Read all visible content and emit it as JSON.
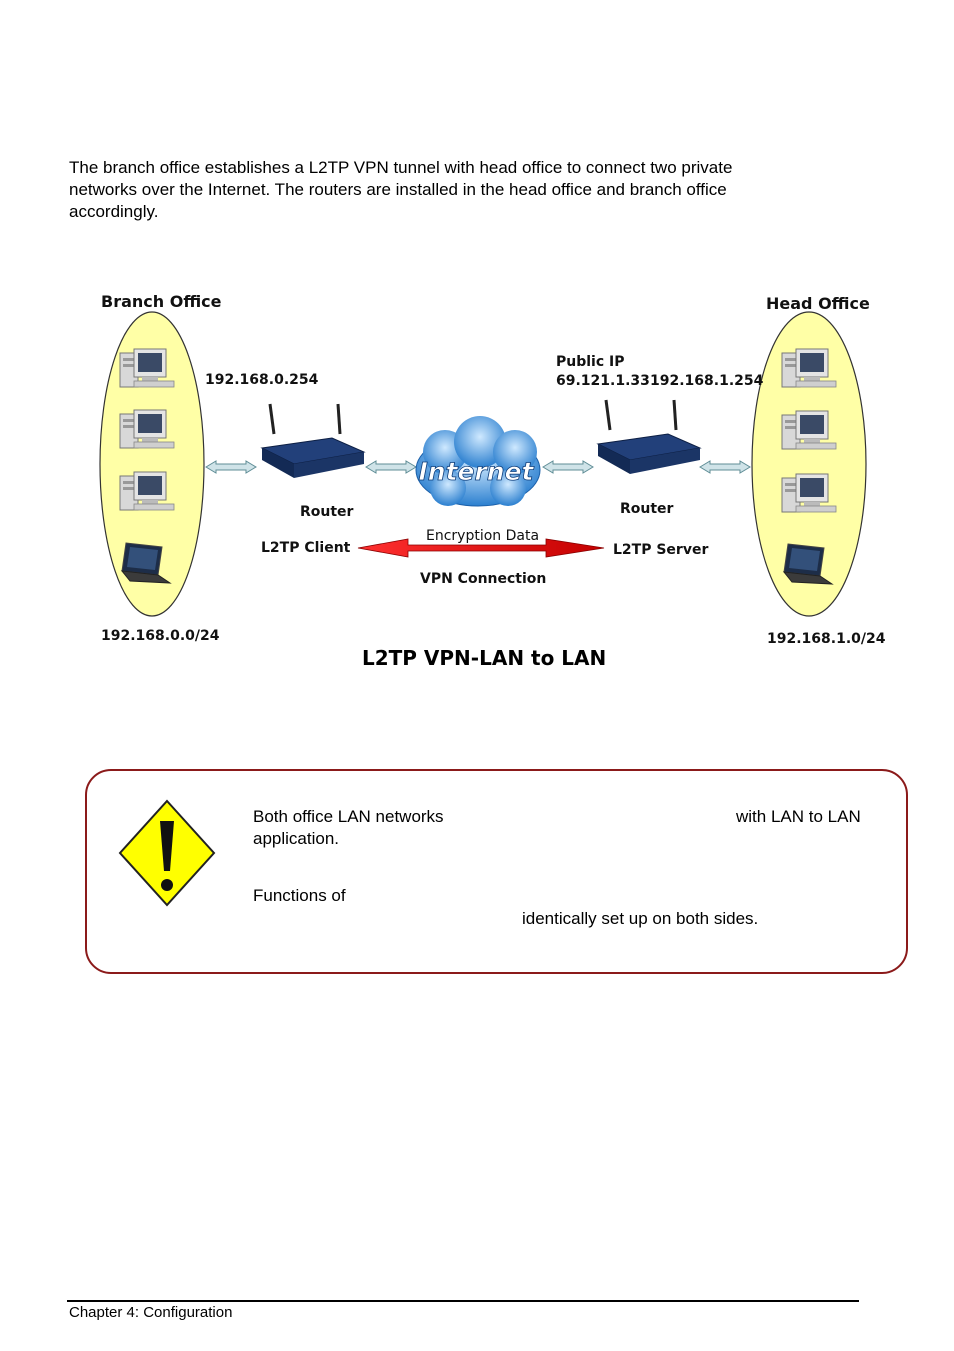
{
  "intro": {
    "line1": "The branch office establishes a L2TP VPN tunnel with head office to connect two private",
    "line2": "networks over the Internet. The routers are installed in the head office and branch office",
    "line3": "accordingly."
  },
  "diagram": {
    "branch_office": "Branch Office",
    "head_office": "Head Office",
    "branch_router_ip": "192.168.0.254",
    "public_ip_label": "Public IP",
    "public_ip": "69.121.1.33",
    "head_router_ip": "192.168.1.254",
    "internet": "Internet",
    "router_left": "Router",
    "router_right": "Router",
    "client": "L2TP Client",
    "server": "L2TP Server",
    "encryption": "Encryption Data",
    "vpn": "VPN Connection",
    "branch_subnet": "192.168.0.0/24",
    "head_subnet": "192.168.1.0/24",
    "title": "L2TP VPN-LAN to LAN"
  },
  "note": {
    "p1_a": "Both office LAN networks",
    "p1_b": "with LAN to LAN",
    "p1_c": "application.",
    "p2_a": "Functions of",
    "p2_b": "identically set up on both sides."
  },
  "footer": {
    "chapter": "Chapter 4: Configuration"
  }
}
